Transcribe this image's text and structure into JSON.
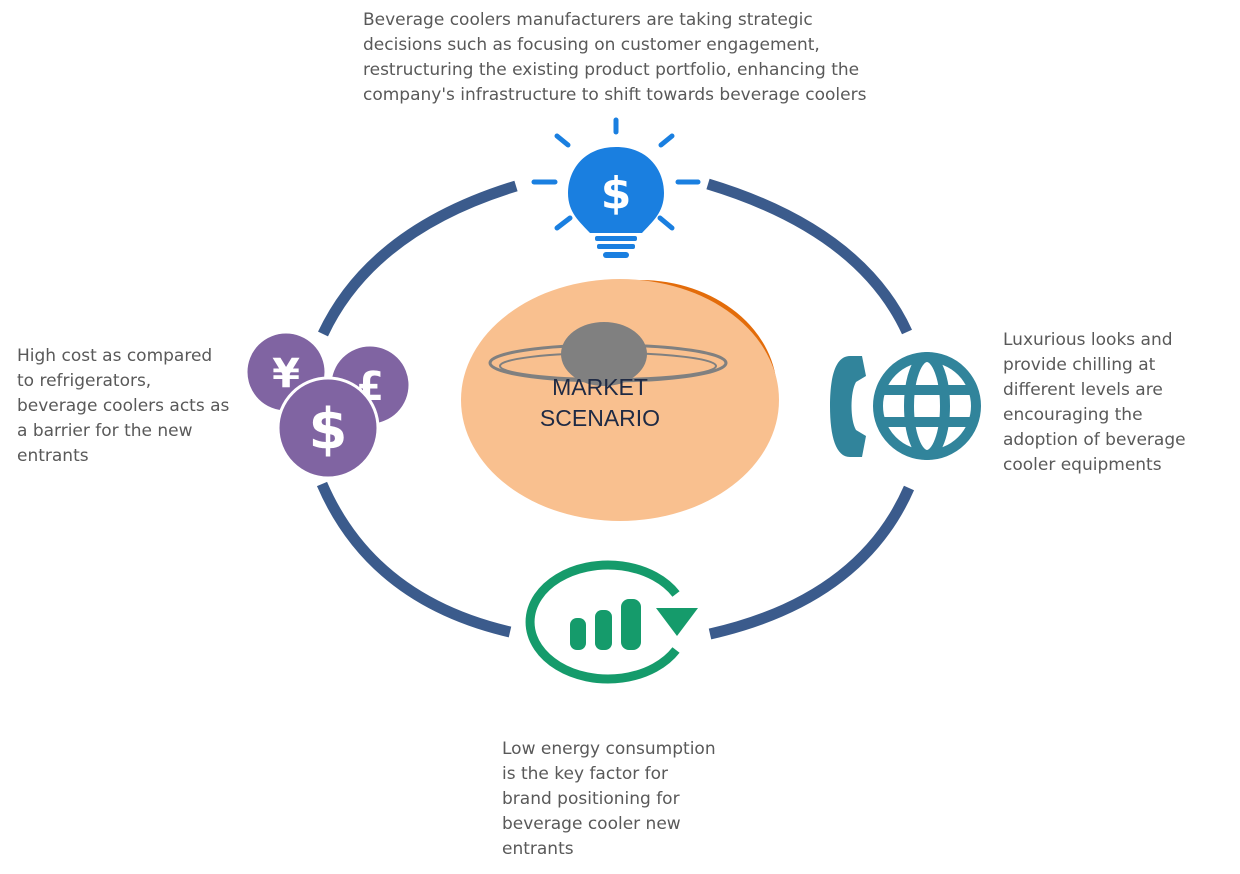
{
  "center": {
    "label": "MARKET\nSCENARIO"
  },
  "notes": {
    "top": "Beverage coolers manufacturers are taking strategic\ndecisions such as focusing on customer engagement,\nrestructuring the existing product portfolio, enhancing the\ncompany's infrastructure to shift towards beverage coolers",
    "left": "High cost as compared\nto refrigerators,\nbeverage coolers acts as\na barrier for the new\nentrants",
    "right": "Luxurious looks and\nprovide chilling at\ndifferent levels  are\nencouraging the\nadoption of beverage\ncooler equipments",
    "bottom": "Low energy consumption\nis the key factor for\nbrand positioning for\nbeverage cooler new\nentrants"
  },
  "icons": {
    "top": "lightbulb-dollar-icon",
    "left": "currency-coins-icon",
    "right": "phone-globe-icon",
    "bottom": "growth-chart-cycle-icon"
  },
  "colors": {
    "cycle_ring": "#3b5b8c",
    "bulb": "#1a7fe0",
    "coins": "#8064a2",
    "globe": "#31849b",
    "chart": "#159b6b",
    "center_fill": "#f9c08f",
    "center_accent": "#e36c0a",
    "planet": "#808080",
    "center_text": "#1f2a44",
    "body_text": "#595959"
  },
  "glyphs": {
    "dollar": "$",
    "yen": "¥",
    "pound": "£"
  }
}
